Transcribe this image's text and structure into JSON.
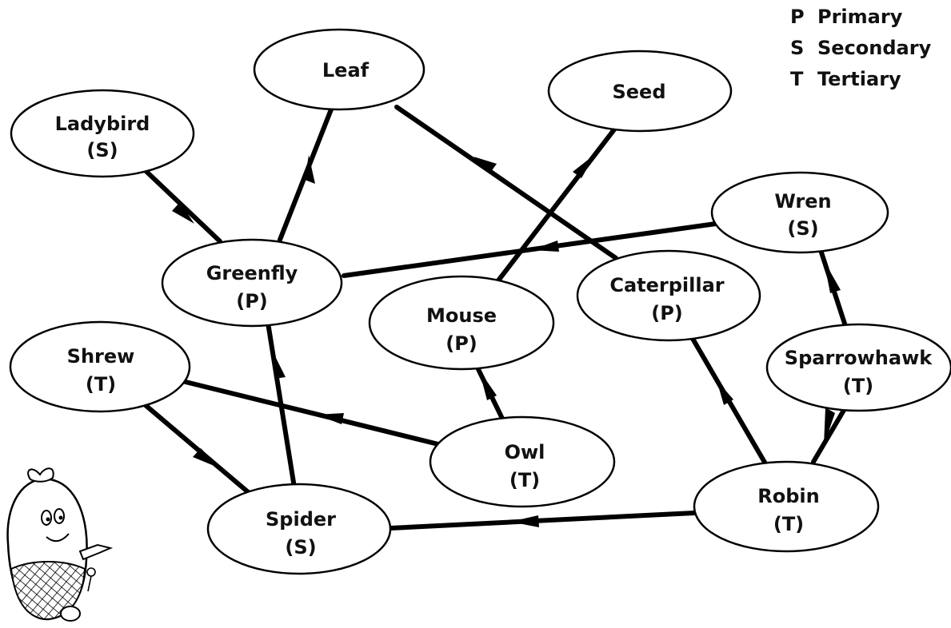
{
  "legend": [
    {
      "code": "P",
      "label": "Primary"
    },
    {
      "code": "S",
      "label": "Secondary"
    },
    {
      "code": "T",
      "label": "Tertiary"
    }
  ],
  "nodes": [
    {
      "id": "leaf",
      "name": "Leaf",
      "level": ""
    },
    {
      "id": "seed",
      "name": "Seed",
      "level": ""
    },
    {
      "id": "ladybird",
      "name": "Ladybird",
      "level": "(S)"
    },
    {
      "id": "greenfly",
      "name": "Greenfly",
      "level": "(P)"
    },
    {
      "id": "wren",
      "name": "Wren",
      "level": "(S)"
    },
    {
      "id": "caterpillar",
      "name": "Caterpillar",
      "level": "(P)"
    },
    {
      "id": "mouse",
      "name": "Mouse",
      "level": "(P)"
    },
    {
      "id": "shrew",
      "name": "Shrew",
      "level": "(T)"
    },
    {
      "id": "sparrowhawk",
      "name": "Sparrowhawk",
      "level": "(T)"
    },
    {
      "id": "owl",
      "name": "Owl",
      "level": "(T)"
    },
    {
      "id": "robin",
      "name": "Robin",
      "level": "(T)"
    },
    {
      "id": "spider",
      "name": "Spider",
      "level": "(S)"
    }
  ],
  "edges": [
    {
      "from": "ladybird",
      "to": "greenfly"
    },
    {
      "from": "greenfly",
      "to": "leaf"
    },
    {
      "from": "caterpillar",
      "to": "leaf"
    },
    {
      "from": "mouse",
      "to": "seed"
    },
    {
      "from": "wren",
      "to": "greenfly"
    },
    {
      "from": "sparrowhawk",
      "to": "wren"
    },
    {
      "from": "sparrowhawk",
      "to": "robin"
    },
    {
      "from": "robin",
      "to": "caterpillar"
    },
    {
      "from": "robin",
      "to": "spider"
    },
    {
      "from": "owl",
      "to": "mouse"
    },
    {
      "from": "owl",
      "to": "shrew"
    },
    {
      "from": "shrew",
      "to": "spider"
    },
    {
      "from": "spider",
      "to": "greenfly"
    }
  ]
}
